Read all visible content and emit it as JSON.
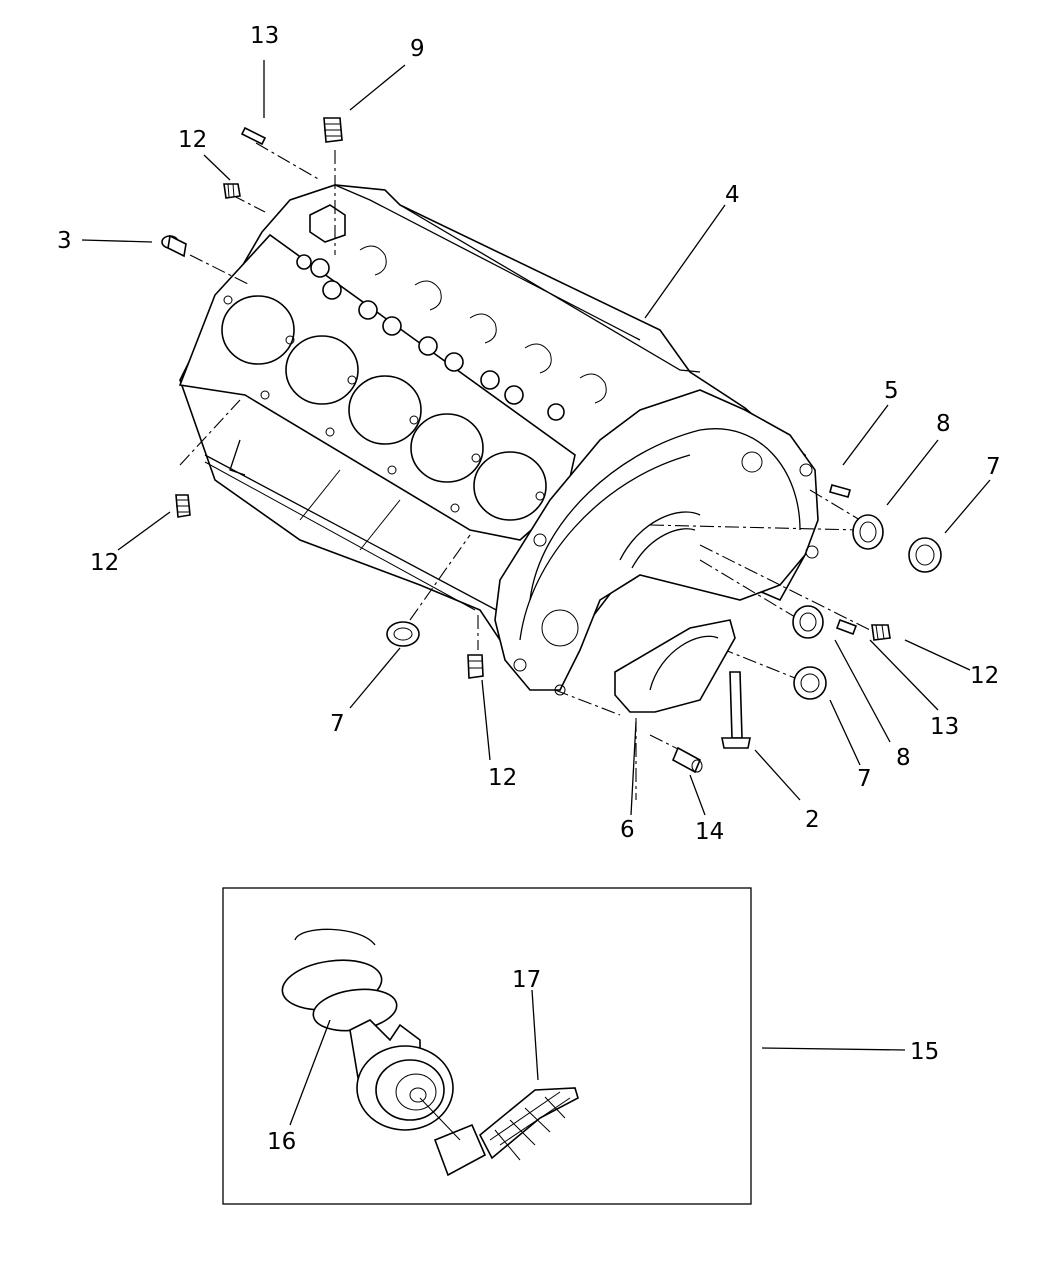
{
  "labels": {
    "l13a": "13",
    "l9": "9",
    "l12a": "12",
    "l3": "3",
    "l4": "4",
    "l12b": "12",
    "l5": "5",
    "l8a": "8",
    "l7a": "7",
    "l12c": "12",
    "l13b": "13",
    "l8b": "8",
    "l7b": "7",
    "l7c": "7",
    "l12d": "12",
    "l2": "2",
    "l14": "14",
    "l6": "6",
    "l15": "15",
    "l16": "16",
    "l17": "17"
  }
}
